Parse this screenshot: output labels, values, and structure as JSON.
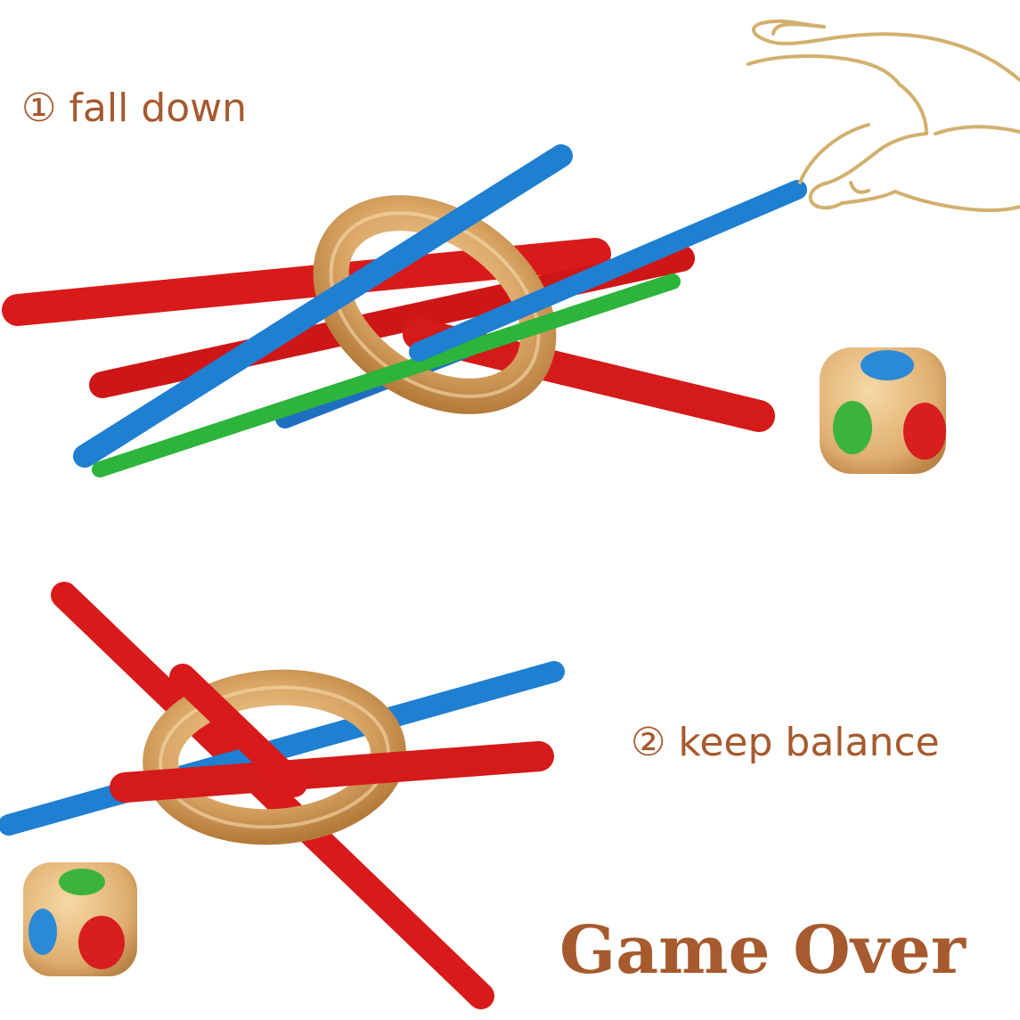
{
  "captions": {
    "step_fall_down": "① fall down",
    "step_keep_balance": "② keep balance",
    "game_over": "Game Over"
  },
  "palette": {
    "text": "#a65a2e",
    "stick_red": "#d91a1a",
    "stick_blue": "#1f7fd1",
    "stick_green": "#2db43a",
    "wood": "#d9a86a",
    "hand_outline": "#d2b06e"
  },
  "scene_top": {
    "ring": "wooden-ring",
    "sticks": [
      "red",
      "red",
      "red",
      "blue",
      "blue",
      "green"
    ],
    "die_faces": [
      "blue",
      "green",
      "red"
    ],
    "hand": "hand-icon"
  },
  "scene_bottom": {
    "ring": "wooden-ring",
    "sticks": [
      "red",
      "red",
      "blue"
    ],
    "die_faces": [
      "green",
      "blue",
      "red"
    ]
  }
}
